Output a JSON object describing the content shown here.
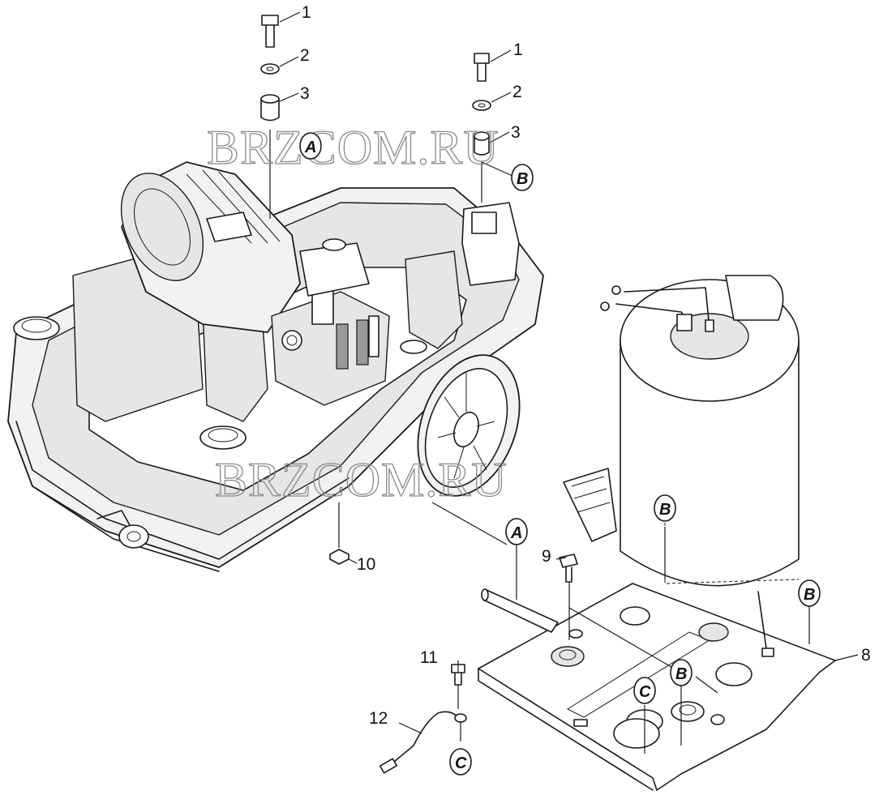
{
  "watermark": {
    "text": "BRZCOM.RU"
  },
  "callouts": {
    "c1a": "1",
    "c2a": "2",
    "c3a": "3",
    "c1b": "1",
    "c2b": "2",
    "c3b": "3",
    "c8": "8",
    "c9": "9",
    "c10": "10",
    "c11": "11",
    "c12": "12"
  },
  "refs": {
    "a_top": "A",
    "b_top": "B",
    "a_mid": "A",
    "b_boiler": "B",
    "b_plate_right": "B",
    "b_plate_mid": "B",
    "c_plate": "C",
    "c_cable": "C"
  }
}
